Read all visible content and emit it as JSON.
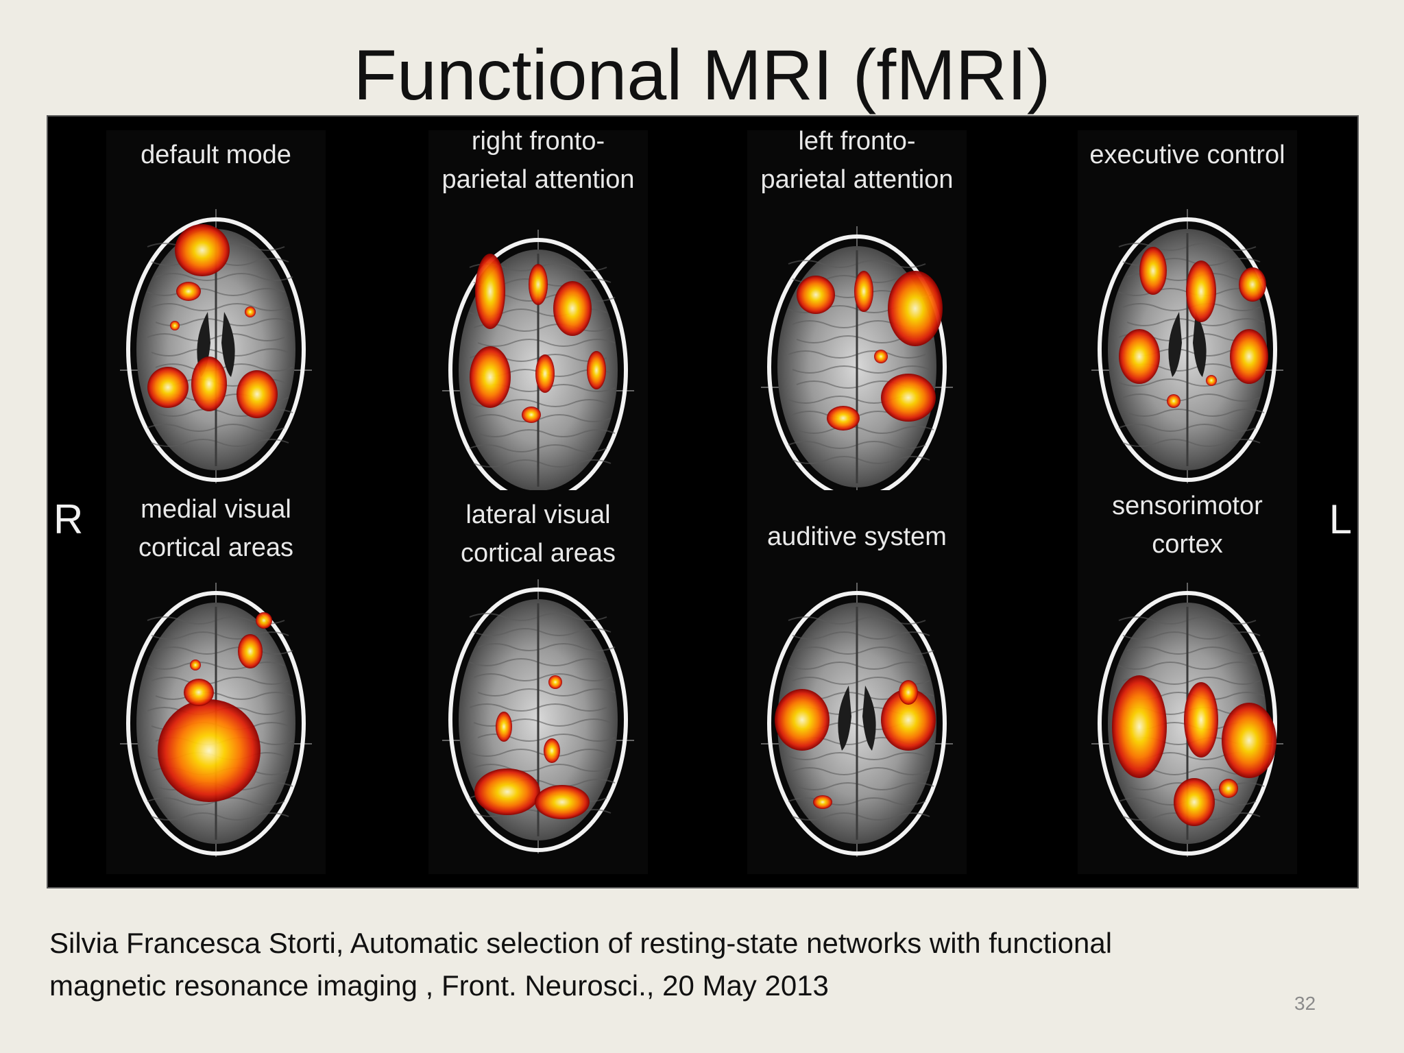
{
  "slide": {
    "title": "Functional MRI (fMRI)",
    "page_number": "32"
  },
  "figure": {
    "side_left_label": "R",
    "side_right_label": "L",
    "panels": [
      {
        "label_lines": [
          "default mode"
        ]
      },
      {
        "label_lines": [
          "right fronto-",
          "parietal attention"
        ]
      },
      {
        "label_lines": [
          "left fronto-",
          "parietal attention"
        ]
      },
      {
        "label_lines": [
          "executive control"
        ]
      },
      {
        "label_lines": [
          "medial visual",
          "cortical areas"
        ]
      },
      {
        "label_lines": [
          "lateral visual",
          "cortical areas"
        ]
      },
      {
        "label_lines": [
          "auditive system"
        ]
      },
      {
        "label_lines": [
          "sensorimotor",
          "cortex"
        ]
      }
    ],
    "activation_colors": [
      "#8b0000",
      "#e0220a",
      "#ff7a00",
      "#ffd200",
      "#fff8c8"
    ]
  },
  "citation": {
    "line1": "Silvia Francesca Storti, Automatic selection of resting-state networks with functional",
    "line2": "magnetic resonance imaging , Front. Neurosci., 20 May 2013"
  }
}
